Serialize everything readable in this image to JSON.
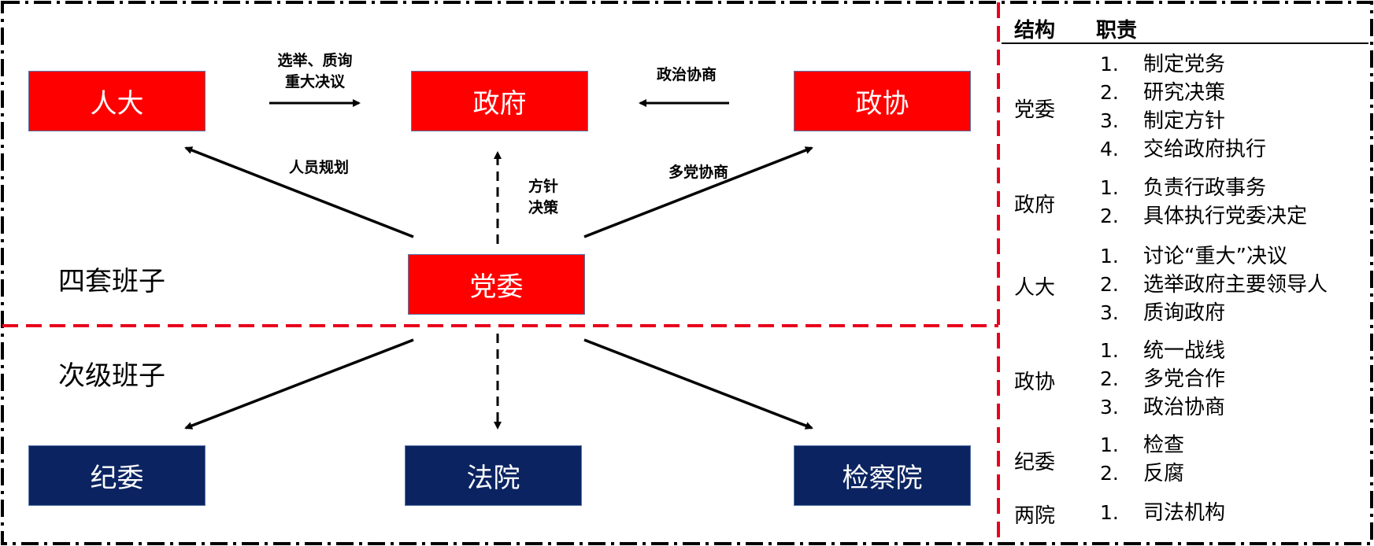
{
  "nodes": {
    "renda": "人大",
    "zhengfu": "政府",
    "zhengxie": "政协",
    "dangwei": "党委",
    "jiwei": "纪委",
    "fayuan": "法院",
    "jianchayuan": "检察院"
  },
  "edge_labels": {
    "renda_to_zhengfu": [
      "选举、质询",
      "重大决议"
    ],
    "zhengxie_to_zhengfu": "政治协商",
    "dangwei_to_renda": "人员规划",
    "dangwei_to_zhengfu": [
      "方针",
      "决策"
    ],
    "dangwei_to_zhengxie": "多党协商"
  },
  "tiers": {
    "top": "四套班子",
    "bottom": "次级班子"
  },
  "table": {
    "headers": [
      "结构",
      "职责"
    ],
    "groups": [
      {
        "name": "党委",
        "items": [
          "制定党务",
          "研究决策",
          "制定方针",
          "交给政府执行"
        ]
      },
      {
        "name": "政府",
        "items": [
          "负责行政事务",
          "具体执行党委决定"
        ]
      },
      {
        "name": "人大",
        "items": [
          "讨论“重大”决议",
          "选举政府主要领导人",
          "质询政府"
        ]
      },
      {
        "name": "政协",
        "items": [
          "统一战线",
          "多党合作",
          "政治协商"
        ]
      },
      {
        "name": "纪委",
        "items": [
          "检查",
          "反腐"
        ]
      },
      {
        "name": "两院",
        "items": [
          "司法机构"
        ]
      }
    ]
  },
  "colors": {
    "upper_box": "#ff0000",
    "lower_box": "#0b2461",
    "divider": "#e8001c",
    "frame": "#000000"
  }
}
